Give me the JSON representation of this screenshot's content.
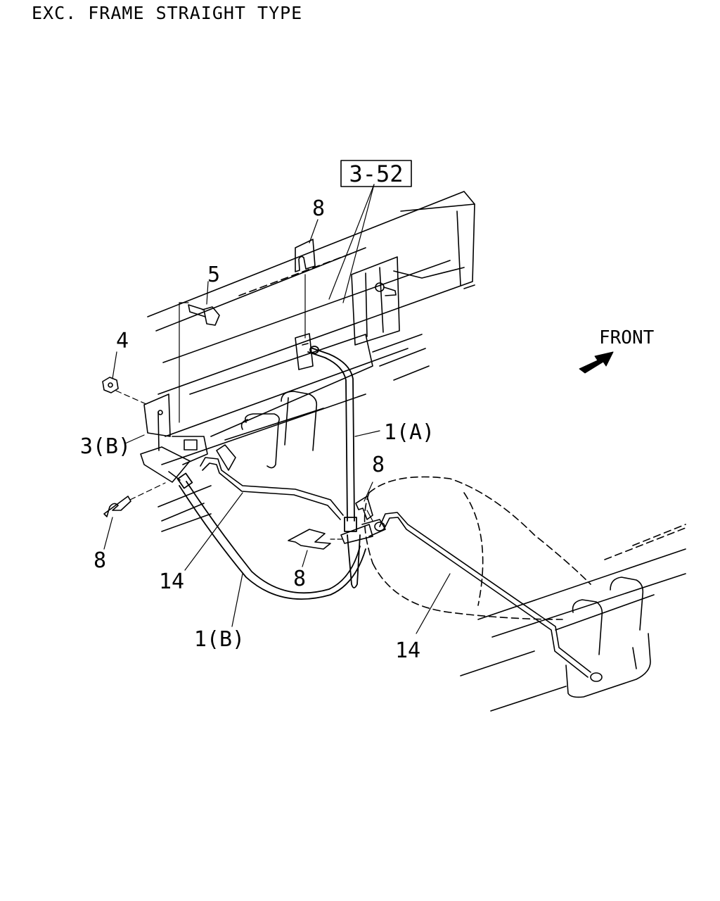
{
  "title": "EXC. FRAME STRAIGHT TYPE",
  "reference": "3-52",
  "direction_label": "FRONT",
  "callouts": {
    "bolt": "5",
    "nut": "4",
    "bracket": "3(B)",
    "hose_a": "1(A)",
    "hose_b": "1(B)",
    "pipe_left": "14",
    "pipe_right": "14",
    "clip_top": "8",
    "clip_left": "8",
    "clip_center": "8",
    "clip_right": "8"
  }
}
